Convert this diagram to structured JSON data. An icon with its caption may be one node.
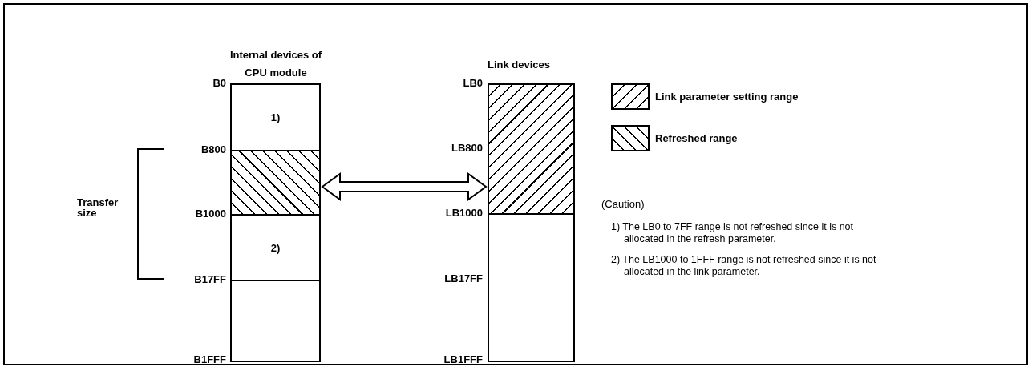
{
  "diagram": {
    "nodes": [
      {
        "text": [
          "Internal devices of CPU module"
        ]
      },
      {
        "text": [
          "1)"
        ],
        "in": 0
      },
      {
        "text": [],
        "shape": "box",
        "in": 0
      },
      {
        "text": [
          "2)"
        ],
        "in": 0
      },
      {
        "text": [],
        "shape": "box",
        "in": 0
      },
      {
        "text": [
          "Link devices"
        ]
      },
      {
        "text": [],
        "shape": "box",
        "in": 5
      },
      {
        "text": [],
        "shape": "box",
        "in": 5
      }
    ],
    "edges": [
      {
        "from": 0,
        "to": 5,
        "arrow": "both"
      }
    ],
    "labels": [
      "B0",
      "B800",
      "Transfer size",
      "B1000",
      "B17FF",
      "B1FFF",
      "LB0",
      "LB800",
      "LB1000",
      "LB17FF",
      "LB1FFF",
      "(Caution)",
      "1) The LB0 to 7FF range is not refreshed since it is not allocated in the refresh parameter.",
      "2) The LB1000 to 1FFF range is not refreshed since it is not allocated in the link parameter."
    ],
    "legend": [
      {
        "text": "Link parameter setting range"
      },
      {
        "text": "Refreshed range"
      }
    ]
  }
}
